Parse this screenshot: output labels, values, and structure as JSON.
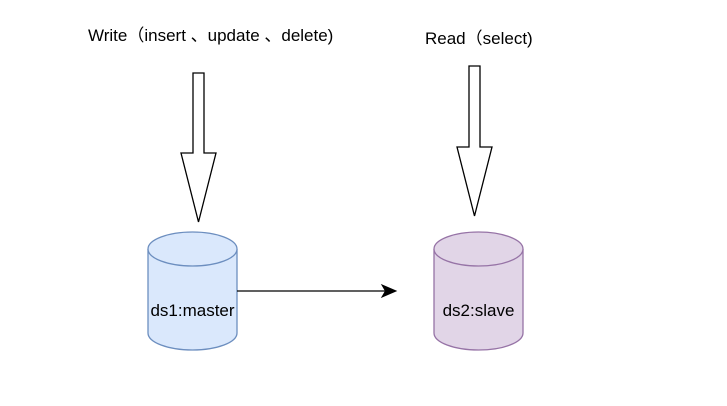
{
  "write_label": "Write（insert 、update 、delete)",
  "read_label": "Read（select)",
  "master": {
    "label": "ds1:master",
    "fill": "#dae8fc",
    "stroke": "#6c8ebf"
  },
  "slave": {
    "label": "ds2:slave",
    "fill": "#e1d5e7",
    "stroke": "#9673a6"
  }
}
